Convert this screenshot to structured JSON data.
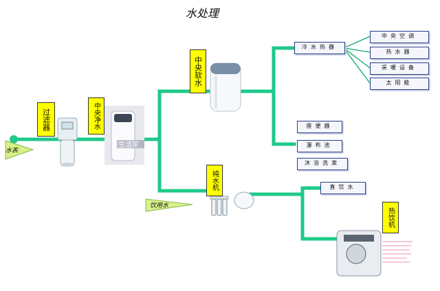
{
  "title": "水处理",
  "inlet_label": "水表",
  "drinking_label": "饮用水",
  "devices": {
    "filter": "过滤器",
    "purifier": "中央净水",
    "softener": "中央软水",
    "pure_water": "纯水机",
    "hot_drink": "热饮机"
  },
  "outputs": {
    "heater": "冷水热器",
    "heater_targets": [
      "中央空调",
      "热水器",
      "采暖设备",
      "太阳能"
    ],
    "sanitary": [
      "座便器",
      "瀑布池",
      "沐浴洗漱"
    ],
    "direct_drink": "直饮水"
  },
  "watermark": "生活家",
  "colors": {
    "pipe": "#1ec98a",
    "pipe_thin": "#0fa86a",
    "label_bg": "#ffff00",
    "triangle": "#d6f08a"
  }
}
